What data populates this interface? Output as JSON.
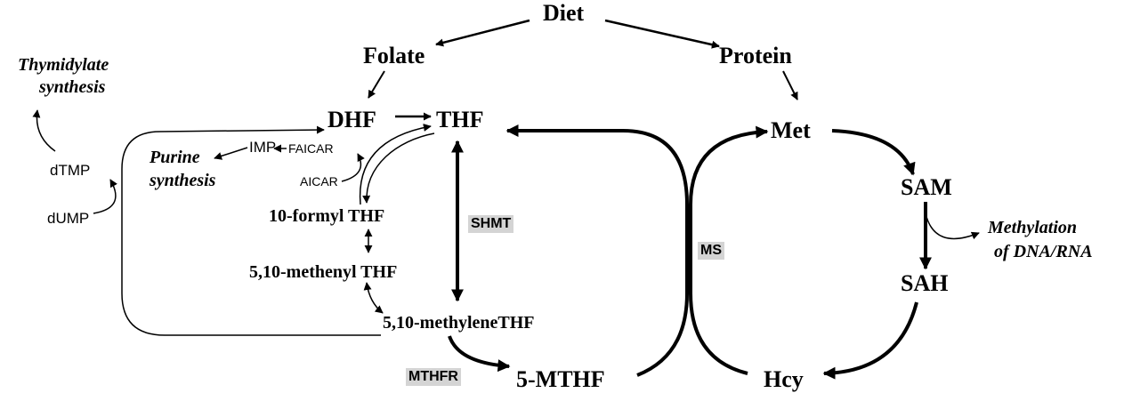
{
  "nodes": {
    "diet": "Diet",
    "folate": "Folate",
    "protein": "Protein",
    "dhf": "DHF",
    "thf": "THF",
    "met": "Met",
    "sam": "SAM",
    "sah": "SAH",
    "hcy": "Hcy",
    "mthf5": "5-MTHF",
    "formyl_thf": "10-formyl THF",
    "methenyl_thf": "5,10-methenyl THF",
    "methylene_thf": "5,10-methyleneTHF",
    "imp": "IMP",
    "faicar": "FAICAR",
    "aicar": "AICAR",
    "dtmp": "dTMP",
    "dump": "dUMP"
  },
  "processes": {
    "thymidylate_line1": "Thymidylate",
    "thymidylate_line2": "synthesis",
    "purine_line1": "Purine",
    "purine_line2": "synthesis",
    "methylation_line1": "Methylation",
    "methylation_line2": "of DNA/RNA"
  },
  "enzymes": {
    "shmt": "SHMT",
    "ms": "MS",
    "mthfr": "MTHFR"
  },
  "colors": {
    "ink": "#000000",
    "enzyme_bg": "#d4d4d4"
  }
}
